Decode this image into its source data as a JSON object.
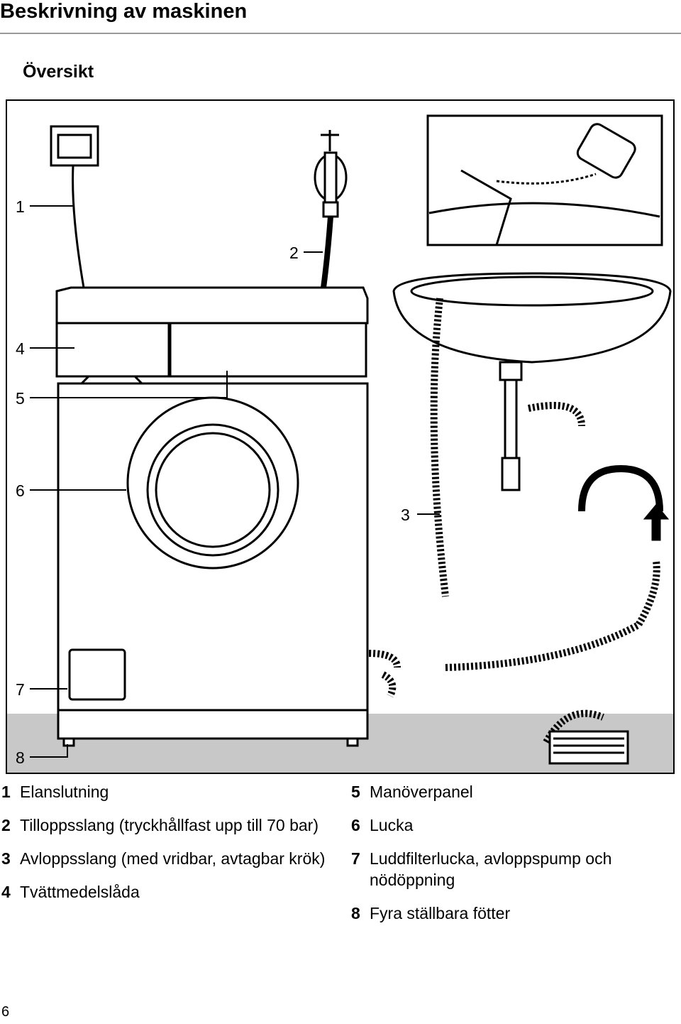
{
  "header": {
    "title": "Beskrivning av maskinen",
    "section": "Översikt"
  },
  "callouts": [
    "1",
    "2",
    "3",
    "4",
    "5",
    "6",
    "7",
    "8"
  ],
  "legend": [
    {
      "num": "1",
      "text": "Elanslutning"
    },
    {
      "num": "2",
      "text": "Tilloppsslang (tryckhållfast upp till 70 bar)"
    },
    {
      "num": "3",
      "text": "Avloppsslang (med vridbar, avtagbar krök)"
    },
    {
      "num": "4",
      "text": "Tvättmedelslåda"
    },
    {
      "num": "5",
      "text": "Manöverpanel"
    },
    {
      "num": "6",
      "text": "Lucka"
    },
    {
      "num": "7",
      "text": "Luddfilterlucka, avloppspump och nödöppning"
    },
    {
      "num": "8",
      "text": "Fyra ställbara fötter"
    }
  ],
  "page_number": "6"
}
